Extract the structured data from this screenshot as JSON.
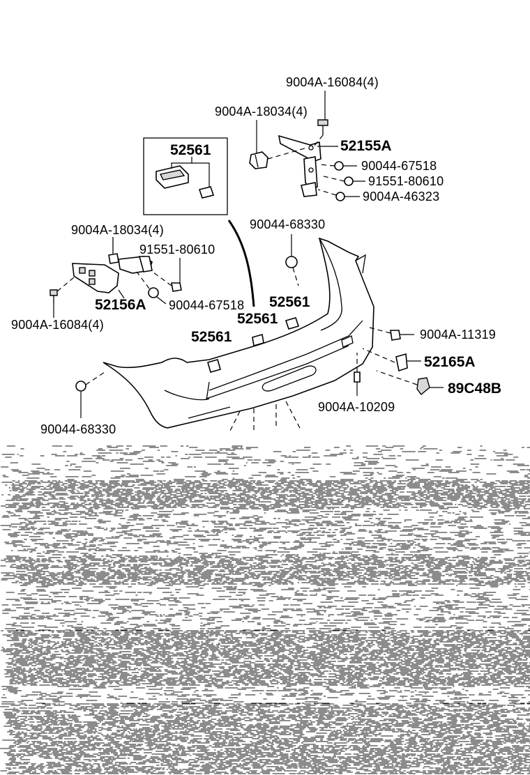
{
  "diagram": {
    "callouts": {
      "c1": "9004A-16084(4)",
      "c2": "9004A-18034(4)",
      "c3": "52155A",
      "c4": "52561",
      "c5": "90044-67518",
      "c6": "91551-80610",
      "c7": "9004A-46323",
      "c8": "90044-68330",
      "c9": "9004A-18034(4)",
      "c10": "91551-80610",
      "c11": "52156A",
      "c12": "90044-67518",
      "c13": "9004A-16084(4)",
      "c14": "52561",
      "c15": "52561",
      "c16": "52561",
      "c17": "9004A-11319",
      "c18": "52165A",
      "c19": "89C48B",
      "c20": "9004A-10209",
      "c21": "90044-68330"
    },
    "colors": {
      "ink": "#000000",
      "background": "#ffffff"
    }
  }
}
